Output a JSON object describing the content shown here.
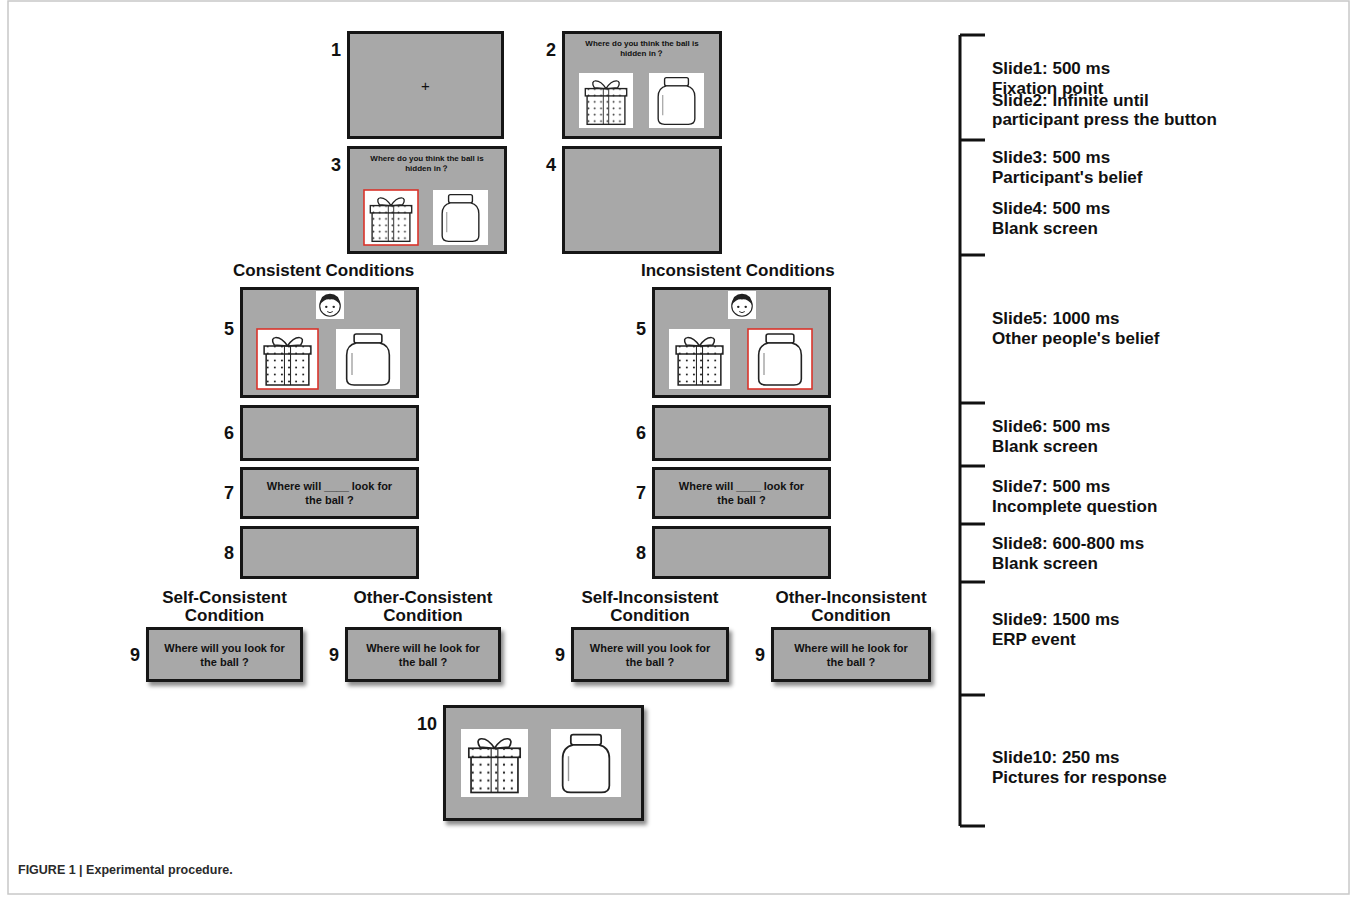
{
  "diagram": {
    "caption": "FIGURE 1 | Experimental procedure.",
    "nodes": [
      {
        "text": [
          "1",
          "+"
        ]
      },
      {
        "text": [
          "2",
          "Where do you think the ball is hidden in？"
        ]
      },
      {
        "text": [
          "3",
          "Where do you think the ball is hidden in？"
        ]
      },
      {
        "text": [
          "4"
        ]
      },
      {
        "text": [
          "5"
        ]
      },
      {
        "text": [
          "5"
        ]
      },
      {
        "text": [
          "6"
        ]
      },
      {
        "text": [
          "6"
        ]
      },
      {
        "text": [
          "7",
          "Where will ____ look for the ball ?"
        ]
      },
      {
        "text": [
          "7",
          "Where will ____ look for the ball ?"
        ]
      },
      {
        "text": [
          "8"
        ]
      },
      {
        "text": [
          "8"
        ]
      },
      {
        "text": [
          "Self-Consistent Condition",
          "9",
          "Where will you look for the ball ?"
        ]
      },
      {
        "text": [
          "Other-Consistent Condition",
          "9",
          "Where will he look for the ball ?"
        ]
      },
      {
        "text": [
          "Self-Inconsistent Condition",
          "9",
          "Where will you look for the ball ?"
        ]
      },
      {
        "text": [
          "Other-Inconsistent Condition",
          "9",
          "Where will he look for the ball ?"
        ]
      },
      {
        "text": [
          "10"
        ]
      }
    ],
    "labels": [
      "Consistent Conditions",
      "Inconsistent Conditions",
      "Slide1: 500 ms",
      "Fixation point",
      "Slide2: Infinite until",
      "participant press the button",
      "Slide3: 500 ms",
      "Participant's belief",
      "Slide4: 500 ms",
      "Blank screen",
      "Slide5: 1000 ms",
      "Other people's belief",
      "Slide6: 500 ms",
      "Blank screen",
      "Slide7: 500 ms",
      "Incomplete question",
      "Slide8: 600-800 ms",
      "Blank screen",
      "Slide9: 1500 ms",
      "ERP event",
      "Slide10: 250 ms",
      "Pictures for response"
    ]
  }
}
